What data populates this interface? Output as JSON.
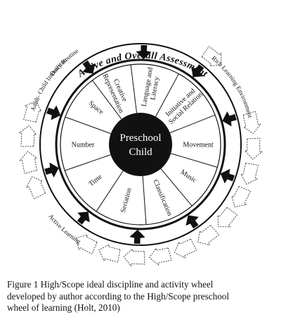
{
  "diagram": {
    "outer_top_text": "Active and Overall Assessment",
    "outer_labels": [
      {
        "text": "Daily Routine",
        "angle": -43
      },
      {
        "text": "Rich Learning Environment",
        "angle": 58
      },
      {
        "text": "Active Learning",
        "angle": 222
      },
      {
        "text": "Adult- Child Interaction",
        "angle": 303
      }
    ],
    "center_lines": [
      "Preschool",
      "Child"
    ],
    "segments": [
      {
        "label": "Creative Representation",
        "lines": [
          "Creative",
          "Representation"
        ],
        "angle": -24
      },
      {
        "label": "Language and Literacy",
        "lines": [
          "Language and",
          "Literacy"
        ],
        "angle": 10
      },
      {
        "label": "Initiative and Social Relation",
        "lines": [
          "Initiative and",
          "Social Relation"
        ],
        "angle": 47
      },
      {
        "label": "Movement",
        "lines": [
          "Movement"
        ],
        "angle": 90
      },
      {
        "label": "Music",
        "lines": [
          "Music"
        ],
        "angle": 123
      },
      {
        "label": "Classification",
        "lines": [
          "Classification"
        ],
        "angle": 157
      },
      {
        "label": "Seriation",
        "lines": [
          "Seriation"
        ],
        "angle": 195
      },
      {
        "label": "Time",
        "lines": [
          "Time"
        ],
        "angle": 232
      },
      {
        "label": "Number",
        "lines": [
          "Number"
        ],
        "angle": 270
      },
      {
        "label": "Space",
        "lines": [
          "Space"
        ],
        "angle": 310
      }
    ]
  },
  "caption": {
    "line1": "Figure 1   High/Scope ideal discipline and activity wheel",
    "line2": "developed by author according to the High/Scope preschool",
    "line3": "wheel of learning (Holt, 2010)"
  }
}
